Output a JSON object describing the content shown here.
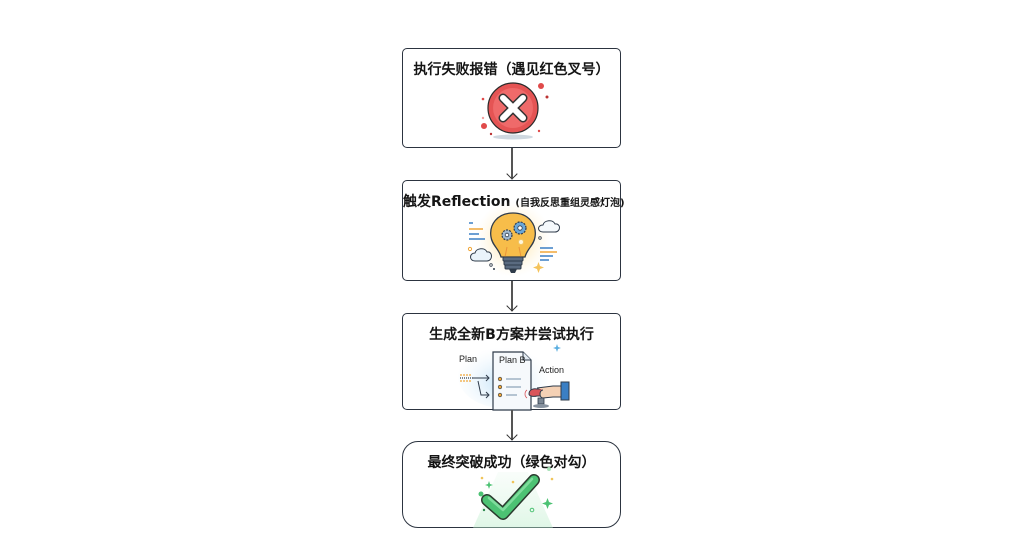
{
  "diagram": {
    "type": "flowchart",
    "direction": "top-to-bottom",
    "steps": [
      {
        "id": 1,
        "title": "执行失败报错（遇见红色叉号）",
        "icon": "red-x-circle-icon",
        "accent": "#e04a4a"
      },
      {
        "id": 2,
        "title_main": "触发Reflection",
        "title_sub": "(自我反思重组灵感灯泡)",
        "icon": "lightbulb-gears-icon",
        "accent": "#f5b83d"
      },
      {
        "id": 3,
        "title": "生成全新B方案并尝试执行",
        "icon": "plan-b-document-icon",
        "accent": "#3a7fc4",
        "labels": {
          "plan": "Plan",
          "plan_b": "Plan B",
          "action": "Action"
        }
      },
      {
        "id": 4,
        "title": "最终突破成功（绿色对勾）",
        "icon": "green-checkmark-icon",
        "accent": "#3dbb6a"
      }
    ],
    "connectors": [
      {
        "from": 1,
        "to": 2
      },
      {
        "from": 2,
        "to": 3
      },
      {
        "from": 3,
        "to": 4
      }
    ]
  }
}
